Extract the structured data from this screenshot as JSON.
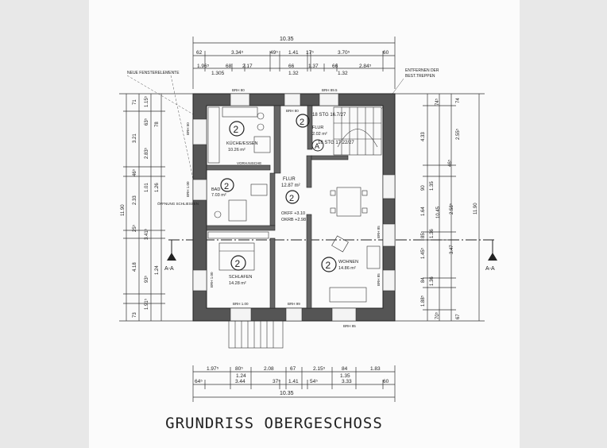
{
  "title": "GRUNDRISS OBERGESCHOSS",
  "dims_top": {
    "total": "10.35",
    "row1": [
      "62",
      "3.34⁵",
      "49⁵",
      "1.41",
      "17⁵",
      "3.70⁵",
      "60"
    ],
    "row2a": [
      "1.96⁵",
      "68",
      "2.17",
      "66",
      "1.37",
      "66",
      "2.84⁵"
    ],
    "row2b": [
      "1.305",
      "1.32",
      "1.32"
    ]
  },
  "dims_bottom": {
    "total": "10.35",
    "row1a": [
      "1.97⁵",
      "80⁵",
      "2.08",
      "67",
      "2.15⁵",
      "84",
      "1.83"
    ],
    "row1b": [
      "1.24",
      "1.35"
    ],
    "row2": [
      "64⁵",
      "3.44",
      "37⁵",
      "1.41",
      "54⁵",
      "3.33",
      "60"
    ]
  },
  "dims_left": [
    "71",
    "1.15⁵",
    "63⁵",
    "78",
    "3.21",
    "2.83⁵",
    "46⁵",
    "2.33",
    "1.01",
    "1.26",
    "11.90",
    "25⁵",
    "3.41⁵",
    "4.18",
    "93⁵",
    "1.24",
    "73",
    "1.91⁵"
  ],
  "dims_right": [
    "74⁵",
    "74",
    "4.33",
    "2.55⁵",
    "46⁵",
    "90",
    "1.35",
    "2.58⁵",
    "1.64",
    "10.45",
    "11.90",
    "85⁵",
    "1.36",
    "1.45⁵",
    "3.47",
    "84",
    "1.36",
    "1.88⁵",
    "70⁵",
    "67"
  ],
  "rooms": {
    "kitchen": {
      "number": "2",
      "name": "KÜCHE/ESSEN",
      "area": "10.26 m²"
    },
    "flur_top": {
      "number": "2",
      "name": "FLUR",
      "area": "2.02 m²"
    },
    "bad": {
      "number": "2",
      "name": "BAD",
      "area": "7.03 m²"
    },
    "flur_mid": {
      "number": "2",
      "name": "FLUR",
      "area": "12.87 m²"
    },
    "schlafen": {
      "number": "2",
      "name": "SCHLAFEN",
      "area": "14.28 m²"
    },
    "wohnen": {
      "number": "2",
      "name": "WOHNEN",
      "area": "14.86 m²"
    },
    "hall_marker": "A"
  },
  "labels": {
    "neue_fenster": "NEUE FENSTERELEMENTE",
    "entfernen": "ENTFERNEN DER",
    "best_treppen": "BEST.TREPPEN",
    "oeffnung": "ÖFFNUNG SCHLIESSEN",
    "vorh_nische": "VORH.NISCHE",
    "stg_top": "18 STG 16.7/27",
    "stg_bottom": "18 STG 17.22/27",
    "okff": "OKFF +3.10",
    "okrb": "OKRB +2.98",
    "section_left": "A-A",
    "section_right": "A-A",
    "brh": [
      "BRH 80",
      "BRH 89.5",
      "BRH 80",
      "BRH 50",
      "BRH 1.00",
      "BRH 1.00",
      "BRH 1.00",
      "BRH 99",
      "BRH 85",
      "BRH 85",
      "BRH 85"
    ]
  }
}
